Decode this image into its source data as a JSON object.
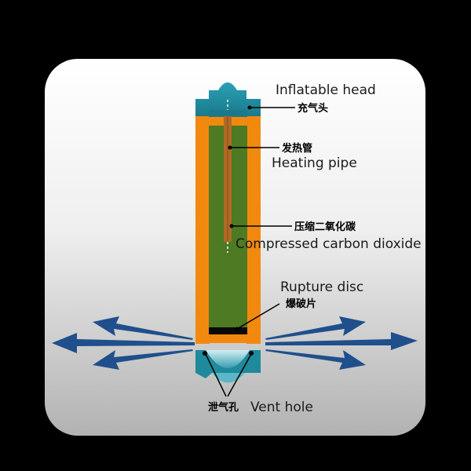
{
  "labels": {
    "inflatable_head_en": "Inflatable head",
    "inflatable_head_cn": "充气头",
    "heating_pipe_cn": "发热管",
    "heating_pipe_en": "Heating pipe",
    "co2_cn": "压缩二氧化碳",
    "co2_en": "Compressed carbon dioxide",
    "rupture_disc_en": "Rupture disc",
    "rupture_disc_cn": "爆破片",
    "vent_hole_cn": "泄气孔",
    "vent_hole_en": "Vent hole"
  },
  "colors": {
    "background": "#000000",
    "panel_top": "#ffffff",
    "panel_bottom": "#b4b4b4",
    "shell": "#f2890f",
    "co2_fill": "#4d7a22",
    "heating_pipe": "#b06a26",
    "head": "#1e8a9c",
    "rupture_disc": "#0a0a0a",
    "arrows": "#1f4f8c"
  }
}
